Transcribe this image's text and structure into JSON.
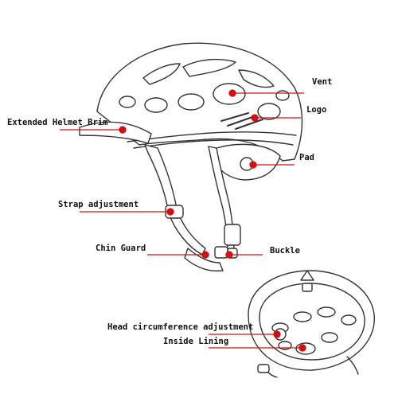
{
  "labels": {
    "vent": "Vent",
    "logo": "Logo",
    "brim": "Extended Helmet Brim",
    "pad": "Pad",
    "strap": "Strap adjustment",
    "chin": "Chin Guard",
    "buckle": "Buckle",
    "head_adjust": "Head circumference adjustment",
    "lining": "Inside Lining"
  },
  "colors": {
    "leader": "#d01010",
    "outline": "#333333",
    "fill": "#ffffff"
  }
}
